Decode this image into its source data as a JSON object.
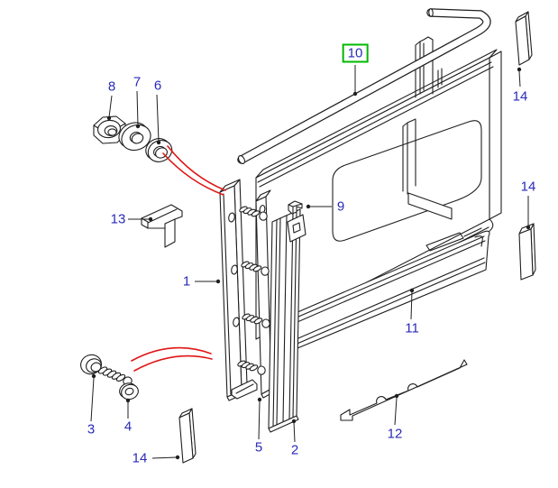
{
  "figure": {
    "colors": {
      "line": "#1f1f1f",
      "label": "#2a2ab8",
      "hl": "#00b800",
      "arc": "#e01616",
      "bg": "#ffffff"
    },
    "callouts": [
      {
        "id": "8",
        "label": "8",
        "highlighted": false
      },
      {
        "id": "7",
        "label": "7",
        "highlighted": false
      },
      {
        "id": "6",
        "label": "6",
        "highlighted": false
      },
      {
        "id": "13",
        "label": "13",
        "highlighted": false
      },
      {
        "id": "1",
        "label": "1",
        "highlighted": false
      },
      {
        "id": "3",
        "label": "3",
        "highlighted": false
      },
      {
        "id": "4",
        "label": "4",
        "highlighted": false
      },
      {
        "id": "14-bottom-left",
        "label": "14",
        "highlighted": false
      },
      {
        "id": "5",
        "label": "5",
        "highlighted": false
      },
      {
        "id": "2",
        "label": "2",
        "highlighted": false
      },
      {
        "id": "9",
        "label": "9",
        "highlighted": false
      },
      {
        "id": "10",
        "label": "10",
        "highlighted": true
      },
      {
        "id": "11",
        "label": "11",
        "highlighted": false
      },
      {
        "id": "12",
        "label": "12",
        "highlighted": false
      },
      {
        "id": "14-top-right",
        "label": "14",
        "highlighted": false
      },
      {
        "id": "14-mid-right",
        "label": "14",
        "highlighted": false
      }
    ]
  }
}
